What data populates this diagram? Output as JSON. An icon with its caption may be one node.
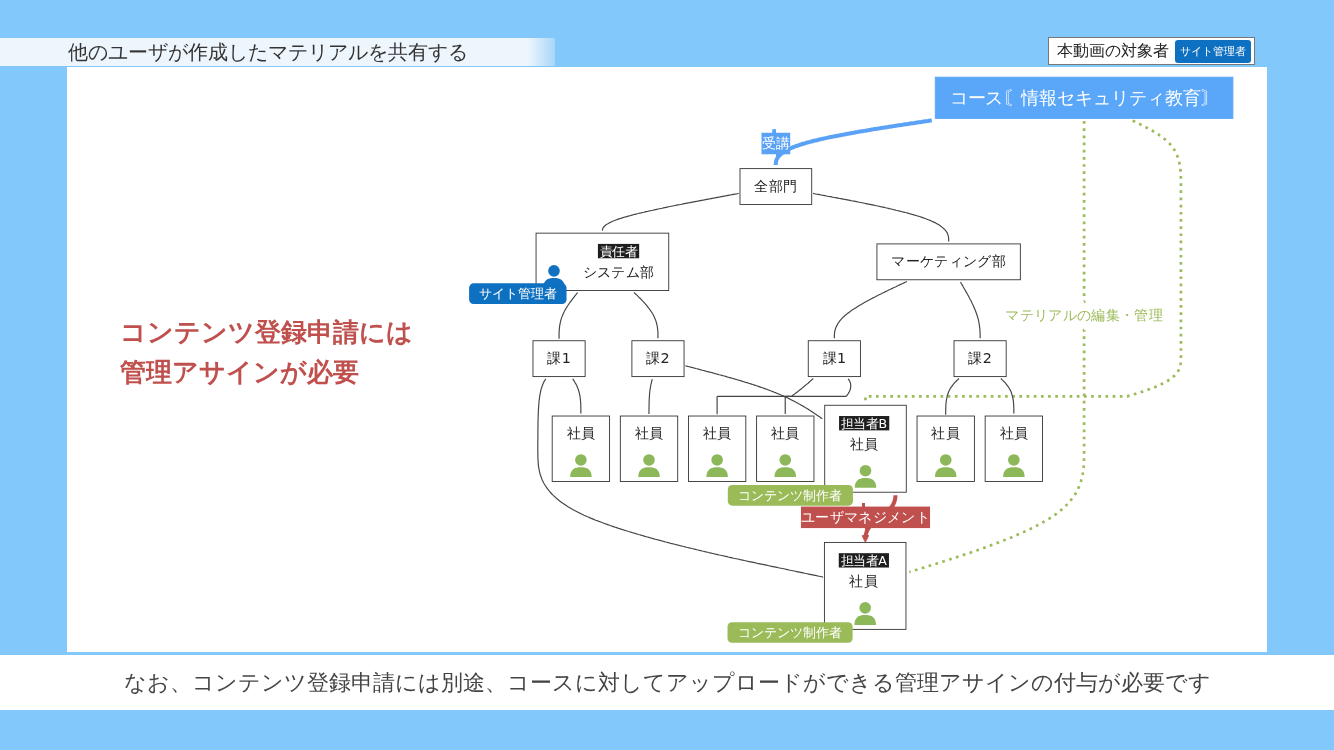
{
  "diagram": {
    "title": "他のユーザが作成したマテリアルを共有する",
    "caption": "なお、コンテンツ登録申請には別途、コースに対してアップロードができる管理アサインの付与が必要です",
    "nodes": [
      {
        "text": [
          "コース〘情報セキュリティ教育〙"
        ]
      },
      {
        "text": [
          "全部門"
        ]
      },
      {
        "text": [
          "責任者",
          "システム部"
        ],
        "beside": [
          "サイト管理者"
        ]
      },
      {
        "text": [
          "マーケティング部"
        ]
      },
      {
        "text": [
          "課1"
        ]
      },
      {
        "text": [
          "課2"
        ]
      },
      {
        "text": [
          "課1"
        ]
      },
      {
        "text": [
          "課2"
        ]
      },
      {
        "text": [
          "担当者A",
          "社員"
        ],
        "beside": [
          "コンテンツ制作者"
        ]
      },
      {
        "text": [
          "社員"
        ]
      },
      {
        "text": [
          "社員"
        ]
      },
      {
        "text": [
          "担当者B",
          "社員"
        ],
        "beside": [
          "コンテンツ制作者"
        ]
      },
      {
        "text": [
          "社員"
        ]
      },
      {
        "text": [
          "社員"
        ]
      },
      {
        "text": [
          "社員"
        ]
      },
      {
        "text": [
          "社員"
        ]
      }
    ],
    "edges": [
      {
        "from": 0,
        "to": 1,
        "arrow": "none",
        "label": "受講",
        "style": "thick",
        "color": "#5aa2f5"
      },
      {
        "from": 0,
        "to": 8,
        "arrow": "none",
        "label": "マテリアルの編集・管理",
        "style": "dashed",
        "color": "#9bbb59"
      },
      {
        "from": 0,
        "to": 11,
        "arrow": "none",
        "style": "dashed",
        "color": "#9bbb59"
      },
      {
        "from": 1,
        "to": 2,
        "arrow": "none"
      },
      {
        "from": 1,
        "to": 3,
        "arrow": "none"
      },
      {
        "from": 2,
        "to": 4,
        "arrow": "none"
      },
      {
        "from": 2,
        "to": 5,
        "arrow": "none"
      },
      {
        "from": 3,
        "to": 6,
        "arrow": "none"
      },
      {
        "from": 3,
        "to": 7,
        "arrow": "none"
      },
      {
        "from": 4,
        "to": 8,
        "arrow": "none"
      },
      {
        "from": 4,
        "to": 9,
        "arrow": "none"
      },
      {
        "from": 5,
        "to": 10,
        "arrow": "none"
      },
      {
        "from": 5,
        "to": 11,
        "arrow": "none"
      },
      {
        "from": 6,
        "to": 12,
        "arrow": "none"
      },
      {
        "from": 6,
        "to": 13,
        "arrow": "none"
      },
      {
        "from": 7,
        "to": 14,
        "arrow": "none"
      },
      {
        "from": 7,
        "to": 15,
        "arrow": "none"
      },
      {
        "from": 11,
        "to": 8,
        "arrow": "to",
        "label": "ユーザマネジメント",
        "style": "thick",
        "color": "#c0504d"
      }
    ],
    "labels": [
      "本動画の対象者",
      "サイト管理者",
      "コンテンツ登録申請には管理アサインが必要"
    ]
  }
}
